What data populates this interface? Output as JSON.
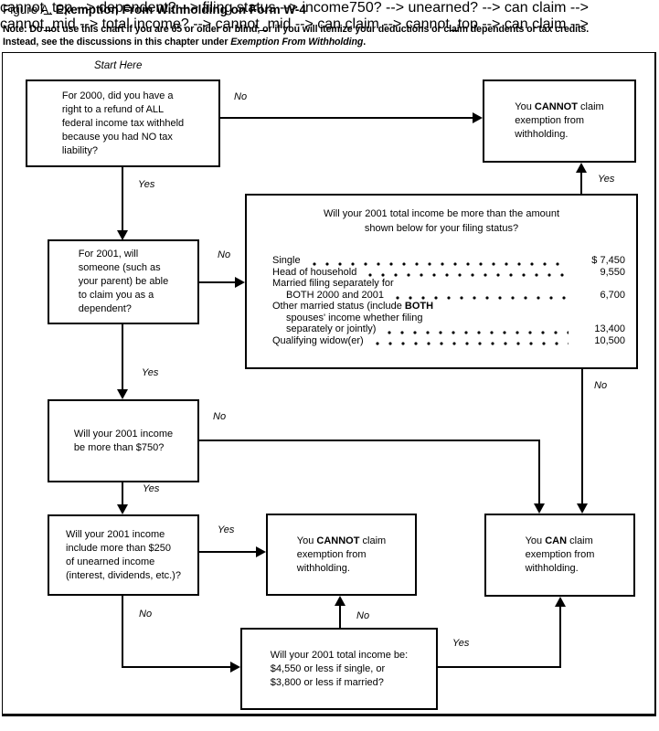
{
  "title": {
    "prefix": "Figure A. ",
    "bold": "Exemption From Withholding on Form W-4"
  },
  "note": {
    "line1": "Note: Do not use this chart if you are 65 or older or blind, or if you will itemize your deductions or claim dependents or tax credits.",
    "line2_pre": "Instead, see the discussions in this chapter under ",
    "line2_italic": "Exemption From Withholding",
    "line2_post": "."
  },
  "start_here": "Start Here",
  "boxes": {
    "q_refund_2000": "For 2000, did you have a\nright to a refund of ALL\nfederal income tax withheld\nbecause you had NO tax\nliability?",
    "cannot_top": {
      "pre": "You ",
      "bold": "CANNOT",
      "post": " claim\nexemption from\nwithholding."
    },
    "q_dependent_2001": "For 2001, will\nsomeone (such as\nyour parent) be able\nto claim you as a\ndependent?",
    "q_income_750": "Will your 2001 income\nbe more than $750?",
    "q_unearned_250": "Will your 2001 income\ninclude more than $250\nof unearned income\n(interest, dividends, etc.)?",
    "cannot_mid": {
      "pre": "You ",
      "bold": "CANNOT",
      "post": " claim\nexemption from\nwithholding."
    },
    "can": {
      "pre": "You ",
      "bold": "CAN",
      "post": " claim\nexemption from\nwithholding."
    },
    "q_total_income": "Will your 2001 total income be:\n$4,550 or less if single, or\n$3,800 or less if married?",
    "filing_status": {
      "title_line1": "Will your 2001 total income be more than the amount",
      "title_line2": "shown below for your filing status?",
      "rows": [
        {
          "label": "Single",
          "indent": false,
          "amount": "$ 7,450"
        },
        {
          "label": "Head of household",
          "indent": false,
          "amount": "9,550"
        },
        {
          "label": "Married filing separately for",
          "indent": false,
          "amount": ""
        },
        {
          "label": "BOTH 2000 and 2001",
          "indent": true,
          "amount": "6,700"
        },
        {
          "label": "Other married status (include ",
          "label_bold": "BOTH",
          "indent": false,
          "amount": ""
        },
        {
          "label": "spouses' income whether filing",
          "indent": true,
          "amount": ""
        },
        {
          "label": "separately or jointly)",
          "indent": true,
          "amount": "13,400"
        },
        {
          "label": "Qualifying widow(er)",
          "indent": false,
          "amount": "10,500"
        }
      ]
    }
  },
  "edges": {
    "refund_no": "No",
    "refund_yes": "Yes",
    "dependent_no": "No",
    "dependent_yes": "Yes",
    "income750_no": "No",
    "income750_yes": "Yes",
    "unearned_yes": "Yes",
    "unearned_no": "No",
    "filing_yes": "Yes",
    "filing_no": "No",
    "total_no": "No",
    "total_yes": "Yes"
  },
  "colors": {
    "ink": "#000000",
    "background": "#ffffff"
  }
}
